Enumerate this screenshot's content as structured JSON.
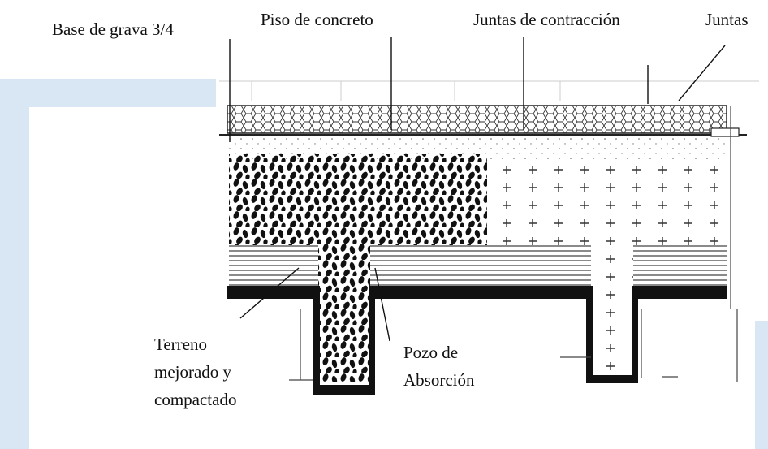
{
  "labels": {
    "base_grava": "Base de grava 3/4",
    "piso_concreto": "Piso de concreto",
    "juntas_contraccion": "Juntas de contracción",
    "juntas": "Juntas",
    "terreno_line1": "Terreno",
    "terreno_line2": "mejorado y",
    "terreno_line3": "compactado",
    "pozo_line1": "Pozo de",
    "pozo_line2": "Absorción"
  },
  "colors": {
    "frame_blue": "#d9e7f4",
    "ink": "#111111",
    "background": "#ffffff"
  }
}
